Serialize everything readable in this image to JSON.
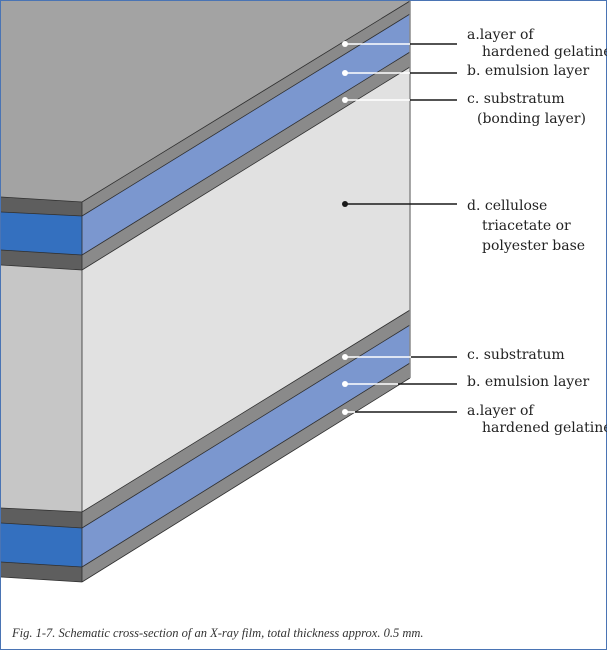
{
  "figure": {
    "caption": "Fig. 1-7. Schematic cross-section of an X-ray film, total thickness approx. 0.5 mm.",
    "colors": {
      "frame": "#4a74b4",
      "top_surface": "#a3a3a3",
      "gelatine_face": "#5e5e5e",
      "gelatine_side": "#8a8a8a",
      "emulsion_face": "#3470bf",
      "emulsion_side": "#7b97cf",
      "base_face": "#c6c6c6",
      "base_side": "#e1e1e1",
      "leader_black": "#1a1a1a",
      "leader_white": "#ffffff"
    }
  },
  "labels": {
    "top": [
      {
        "id": "a",
        "line1": "a.layer of",
        "line2": "hardened gelatine"
      },
      {
        "id": "b",
        "line1": "b. emulsion layer"
      },
      {
        "id": "c",
        "line1": "c. substratum",
        "line2": "(bonding layer)"
      }
    ],
    "middle": {
      "id": "d",
      "line1": "d. cellulose",
      "line2": "triacetate or",
      "line3": "polyester base"
    },
    "bottom": [
      {
        "id": "c",
        "line1": "c. substratum"
      },
      {
        "id": "b",
        "line1": "b. emulsion layer"
      },
      {
        "id": "a",
        "line1": "a.layer of",
        "line2": "hardened gelatine"
      }
    ]
  }
}
